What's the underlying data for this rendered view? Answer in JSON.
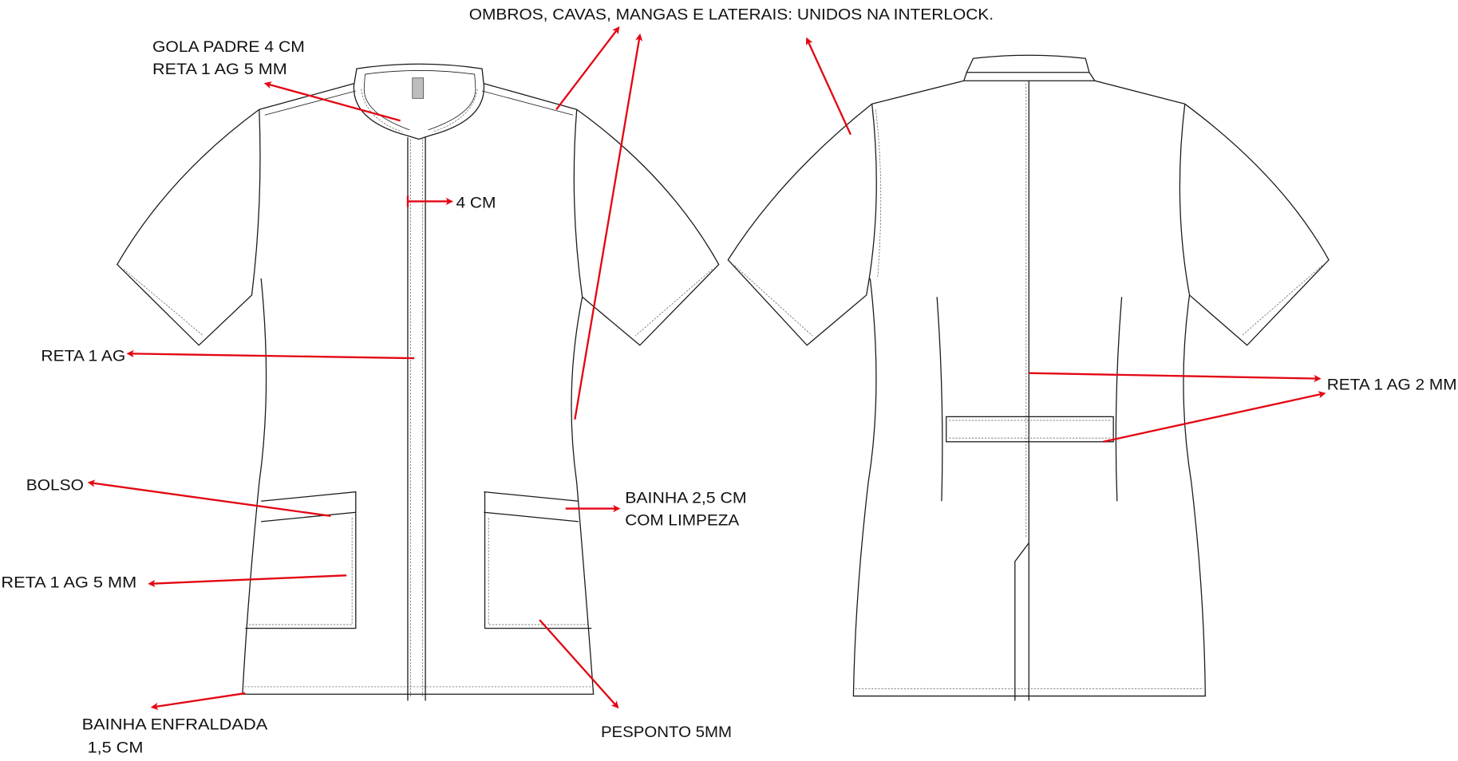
{
  "colors": {
    "annotation": "#e30613",
    "line": "#1a1a1a"
  },
  "labels": {
    "top_note": "OMBROS, CAVAS, MANGAS E LATERAIS: UNIDOS NA INTERLOCK.",
    "collar_line1": "GOLA PADRE 4 CM",
    "collar_line2": "RETA 1 AG 5 MM",
    "placket_width": "4 CM",
    "placket_stitch": "RETA 1 AG",
    "pocket": "BOLSO",
    "pocket_stitch": "RETA 1 AG 5 MM",
    "hem_line1": "BAINHA ENFRALDADA",
    "hem_line2": "1,5 CM",
    "pocket_hem_line1": "BAINHA 2,5 CM",
    "pocket_hem_line2": "COM LIMPEZA",
    "topstitch": "PESPONTO 5MM",
    "back_stitch": "RETA 1 AG 2 MM"
  }
}
